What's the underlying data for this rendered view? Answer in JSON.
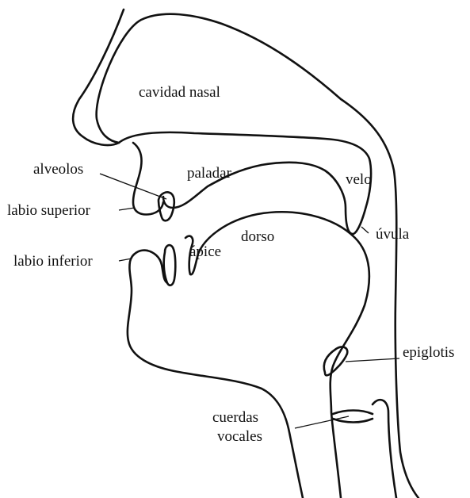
{
  "labels": {
    "cavidad_nasal": "cavidad nasal",
    "alveolos": "alveolos",
    "paladar": "paladar",
    "velo": "velo",
    "labio_superior": "labio superior",
    "uvula": "úvula",
    "dorso": "dorso",
    "apice": "ápice",
    "labio_inferior": "labio inferior",
    "epiglotis": "epiglotis",
    "cuerdas": "cuerdas",
    "vocales": "vocales"
  },
  "colors": {
    "line": "#111111",
    "background": "#ffffff"
  }
}
